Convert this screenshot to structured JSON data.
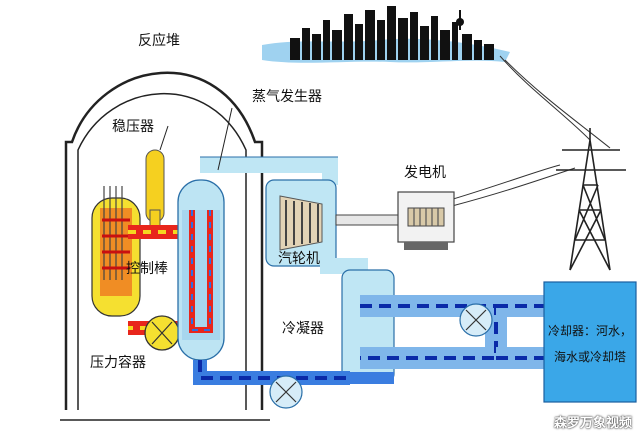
{
  "labels": {
    "reactor": "反应堆",
    "steam_generator": "蒸气发生器",
    "pressurizer": "稳压器",
    "generator": "发电机",
    "control_rod": "控制棒",
    "turbine": "汽轮机",
    "condenser": "冷凝器",
    "pressure_vessel": "压力容器",
    "cooler_line1": "冷却器：河水，",
    "cooler_line2": "海水或冷却塔"
  },
  "watermark": "森罗万象视频",
  "colors": {
    "hot_loop": "#e8261c",
    "hot_dash": "#f5d820",
    "cool_loop": "#3a7de0",
    "cool_dash": "#0a2aa8",
    "steam": "#a8dff0",
    "cooler_box": "#3aa7e8"
  }
}
